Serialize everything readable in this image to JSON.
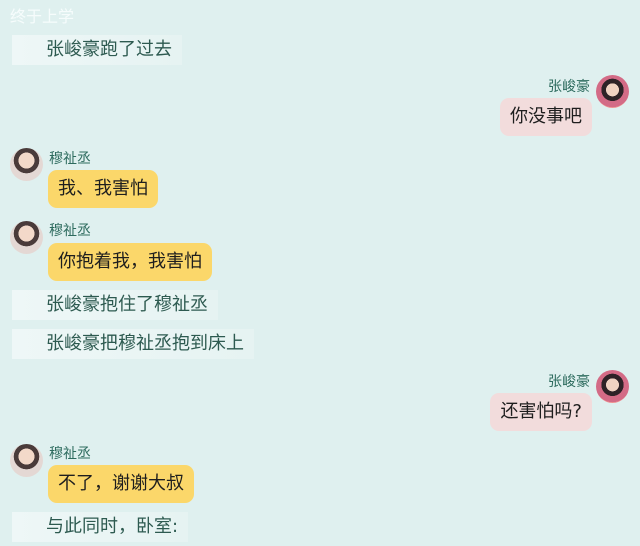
{
  "header": {
    "title": "终于上学"
  },
  "messages": [
    {
      "type": "narration",
      "text": "张峻豪跑了过去"
    },
    {
      "type": "right",
      "name": "张峻豪",
      "text": "你没事吧",
      "avatar": "avatar-zhang"
    },
    {
      "type": "left",
      "name": "穆祉丞",
      "text": "我、我害怕",
      "avatar": "avatar-mu"
    },
    {
      "type": "left",
      "name": "穆祉丞",
      "text": "你抱着我，我害怕",
      "avatar": "avatar-mu"
    },
    {
      "type": "narration",
      "text": "张峻豪抱住了穆祉丞"
    },
    {
      "type": "narration",
      "text": "张峻豪把穆祉丞抱到床上"
    },
    {
      "type": "right",
      "name": "张峻豪",
      "text": "还害怕吗?",
      "avatar": "avatar-zhang"
    },
    {
      "type": "left",
      "name": "穆祉丞",
      "text": "不了，谢谢大叔",
      "avatar": "avatar-mu"
    },
    {
      "type": "narration",
      "text": "与此同时，卧室:"
    }
  ],
  "colors": {
    "background": "#dff0ef",
    "left_bubble": "#fbd76a",
    "right_bubble": "#f2dcdc",
    "name": "#2d6b5e"
  }
}
